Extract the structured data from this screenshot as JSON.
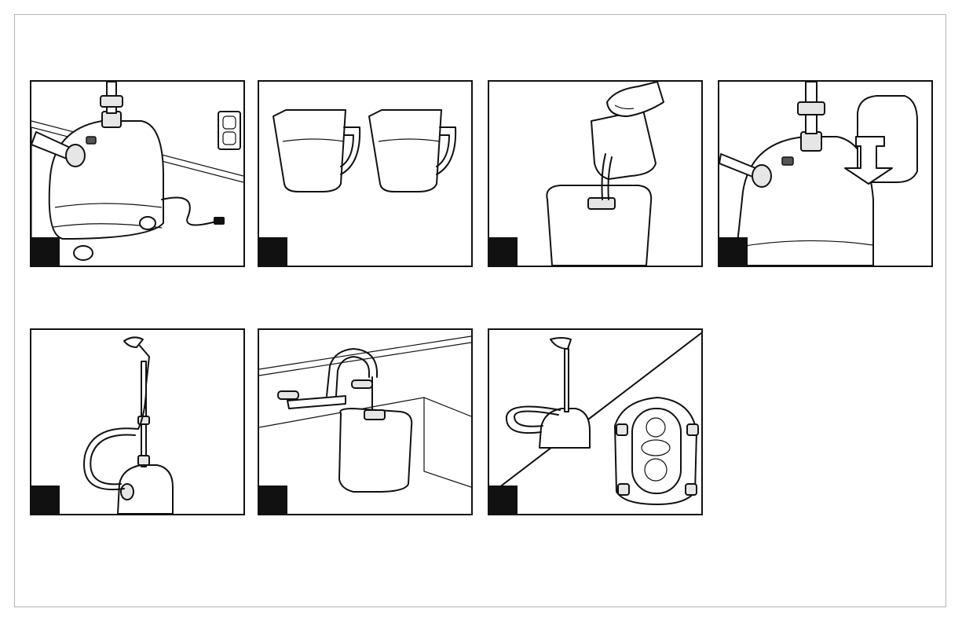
{
  "panels": [
    {
      "id": 1,
      "step_label": "",
      "illustration": "steamer-plugged-into-outlet-icon"
    },
    {
      "id": 2,
      "step_label": "",
      "illustration": "two-water-pitchers-icon"
    },
    {
      "id": 3,
      "step_label": "",
      "illustration": "pour-water-into-tank-icon"
    },
    {
      "id": 4,
      "step_label": "",
      "illustration": "insert-tank-into-steamer-icon"
    },
    {
      "id": 5,
      "step_label": "",
      "illustration": "assembled-steamer-icon"
    },
    {
      "id": 6,
      "step_label": "",
      "illustration": "fill-tank-at-faucet-icon"
    },
    {
      "id": 7,
      "step_label": "",
      "illustration": "steamer-and-bottom-view-icon"
    }
  ],
  "colors": {
    "ink": "#111111",
    "frame": "#b4b4b4",
    "fill_light": "#e6e6e6"
  }
}
